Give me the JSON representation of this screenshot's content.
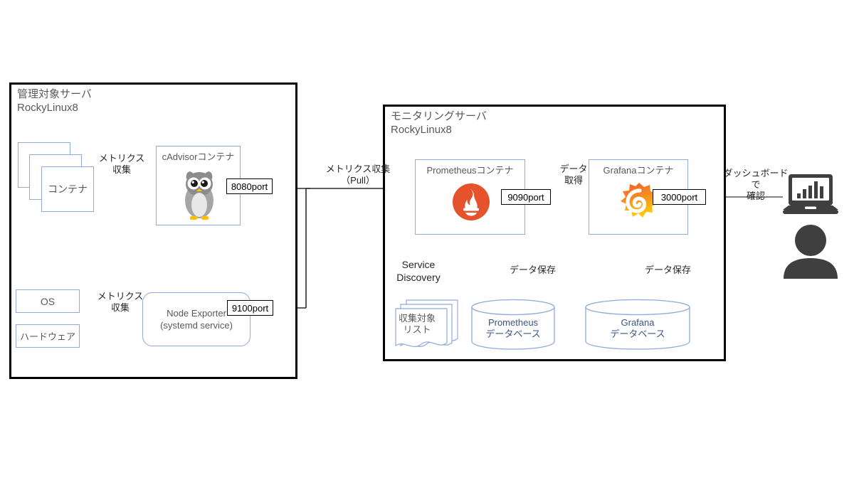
{
  "diagram": {
    "title": "Prometheus / Grafana monitoring architecture",
    "colors": {
      "frame_border": "#000000",
      "box_border": "#8faadc",
      "text_gray": "#595959",
      "prometheus_orange": "#e6522c",
      "grafana_orange": "#f05a28",
      "grafana_yellow": "#fbca0a",
      "owl_gray": "#8c8c8c",
      "device_gray": "#3f3f3f"
    }
  },
  "managed_server": {
    "title": "管理対象サーバ\nRockyLinux8",
    "containers_stack": {
      "label": "コンテナ"
    },
    "cadvisor": {
      "label": "cAdvisorコンテナ",
      "icon": "owl-icon"
    },
    "cadvisor_port": "8080port",
    "metrics_label_containers": "メトリクス\n収集",
    "os_box": {
      "label": "OS"
    },
    "hardware_box": {
      "label": "ハードウェア"
    },
    "node_exporter": {
      "label": "Node Exporter\n(systemd service)"
    },
    "node_exporter_port": "9100port",
    "metrics_label_node": "メトリクス\n収集"
  },
  "pull_link": {
    "label": "メトリクス収集\n（Pull）"
  },
  "monitoring_server": {
    "title": "モニタリングサーバ\nRockyLinux8",
    "prometheus": {
      "label": "Prometheusコンテナ",
      "icon": "prometheus-logo-icon"
    },
    "prometheus_port": "9090port",
    "grafana": {
      "label": "Grafanaコンテナ",
      "icon": "grafana-logo-icon"
    },
    "grafana_port": "3000port",
    "data_fetch_label": "データ\n取得",
    "service_discovery_label": "Service\nDiscovery",
    "data_store_label_prometheus": "データ保存",
    "data_store_label_grafana": "データ保存",
    "target_list": {
      "label": "収集対象\nリスト"
    },
    "prometheus_db": {
      "label": "Prometheus\nデータベース"
    },
    "grafana_db": {
      "label": "Grafana\nデータベース"
    }
  },
  "user_side": {
    "dashboard_label": "ダッシュボードで\n確認",
    "laptop_icon": "laptop-chart-icon",
    "person_icon": "user-avatar-icon"
  }
}
